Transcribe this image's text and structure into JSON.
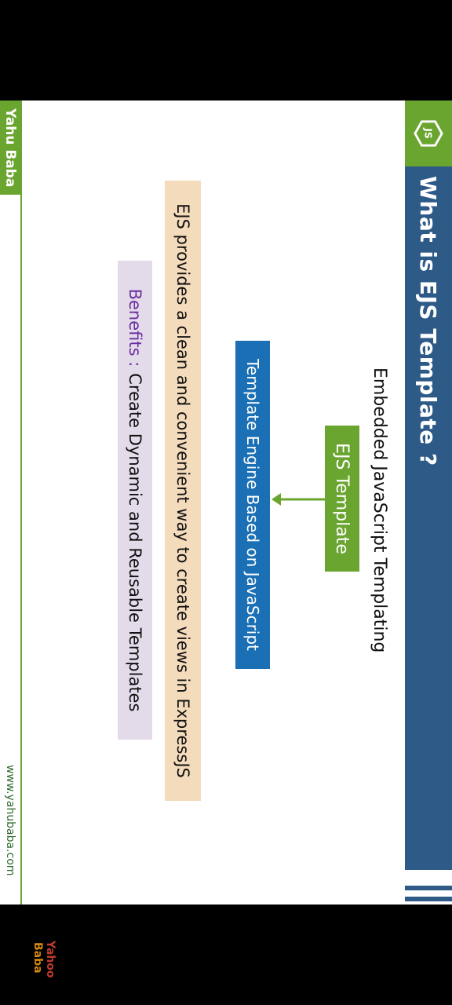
{
  "slide": {
    "title": "What is EJS Template ?",
    "subtitle": "Embedded JavaScript Templating",
    "ejs_label": "EJS Template",
    "engine_label": "Template Engine Based on JavaScript",
    "description": "EJS provides a clean and convenient way to create views in ExpressJS",
    "benefits_label": "Benefits :",
    "benefits_text": "Create Dynamic and Reusable Templates",
    "logo_text": "JS"
  },
  "footer": {
    "brand": "Yahu Baba",
    "url": "www.yahubaba.com"
  },
  "watermark": {
    "line1": "Yahoo",
    "line2": "Baba"
  },
  "colors": {
    "green": "#6aa530",
    "title_blue": "#2d5a87",
    "engine_blue": "#1a6fb5",
    "desc_bg": "#f4dbbb",
    "benefits_bg": "#e3dbea",
    "benefits_label": "#6b2fa0"
  }
}
